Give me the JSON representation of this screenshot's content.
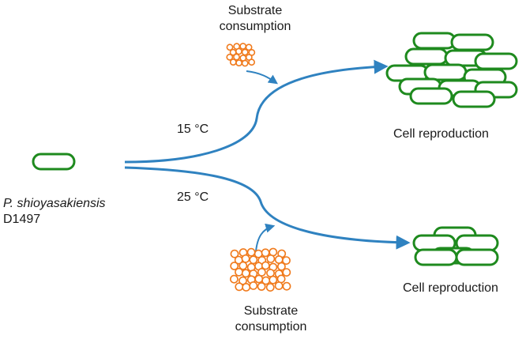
{
  "organism": {
    "name": "P. shioyasakiensis",
    "strain": "D1497"
  },
  "conditions": [
    {
      "temperature": "15 °C",
      "substrate_label_line1": "Substrate",
      "substrate_label_line2": "consumption",
      "outcome_label": "Cell reproduction"
    },
    {
      "temperature": "25 °C",
      "substrate_label_line1": "Substrate",
      "substrate_label_line2": "consumption",
      "outcome_label": "Cell reproduction"
    }
  ],
  "colors": {
    "cell": "#1e8a1e",
    "arrow": "#2f82c0",
    "substrate": "#f07a1c"
  }
}
